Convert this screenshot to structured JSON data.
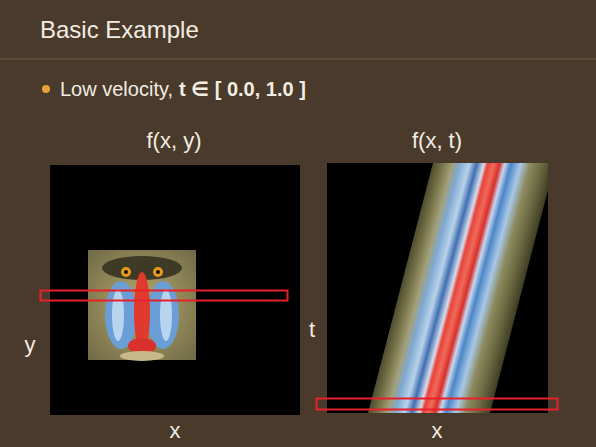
{
  "diagram": {
    "title": "Basic Example",
    "labels": [
      "Low velocity,",
      "t ∈ [ 0.0, 1.0 ]",
      "f(x, y)",
      "f(x, t)",
      "y",
      "x",
      "t",
      "x"
    ]
  }
}
